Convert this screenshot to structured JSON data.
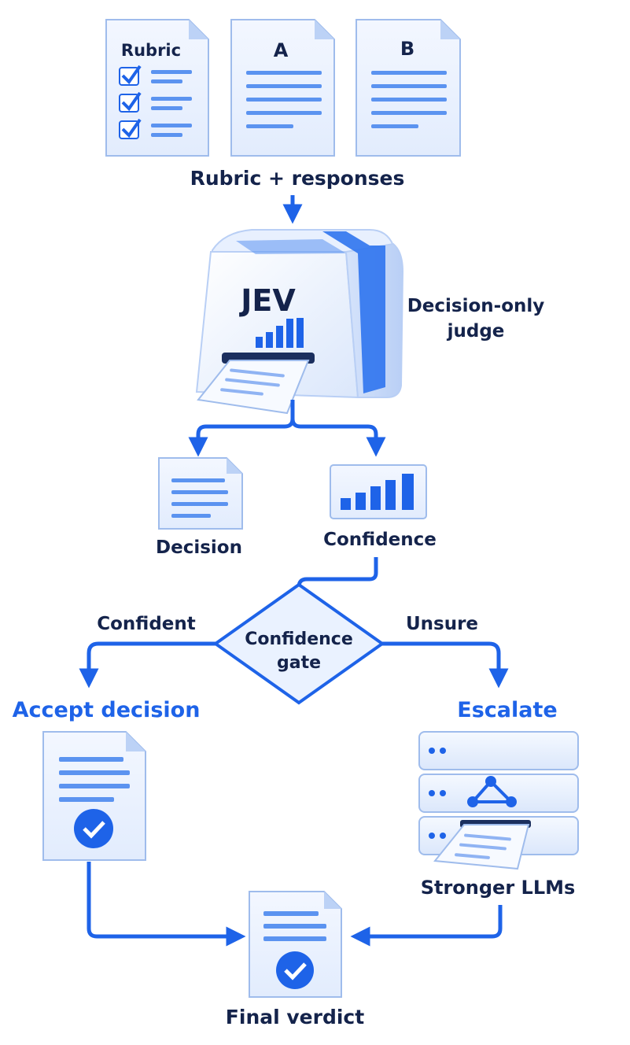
{
  "inputs": {
    "rubric_title": "Rubric",
    "response_a": "A",
    "response_b": "B",
    "caption": "Rubric + responses"
  },
  "judge": {
    "name": "JEV",
    "description_line1": "Decision-only",
    "description_line2": "judge"
  },
  "outputs": {
    "decision": "Decision",
    "confidence": "Confidence"
  },
  "gate": {
    "line1": "Confidence",
    "line2": "gate",
    "left_branch": "Confident",
    "right_branch": "Unsure"
  },
  "accept": {
    "label": "Accept decision"
  },
  "escalate": {
    "label": "Escalate",
    "target": "Stronger LLMs"
  },
  "final": {
    "label": "Final verdict"
  },
  "colors": {
    "accent": "#1e63e8",
    "text_dark": "#14234b",
    "doc_fill": "#eef4ff",
    "doc_line": "#5b93f0"
  }
}
